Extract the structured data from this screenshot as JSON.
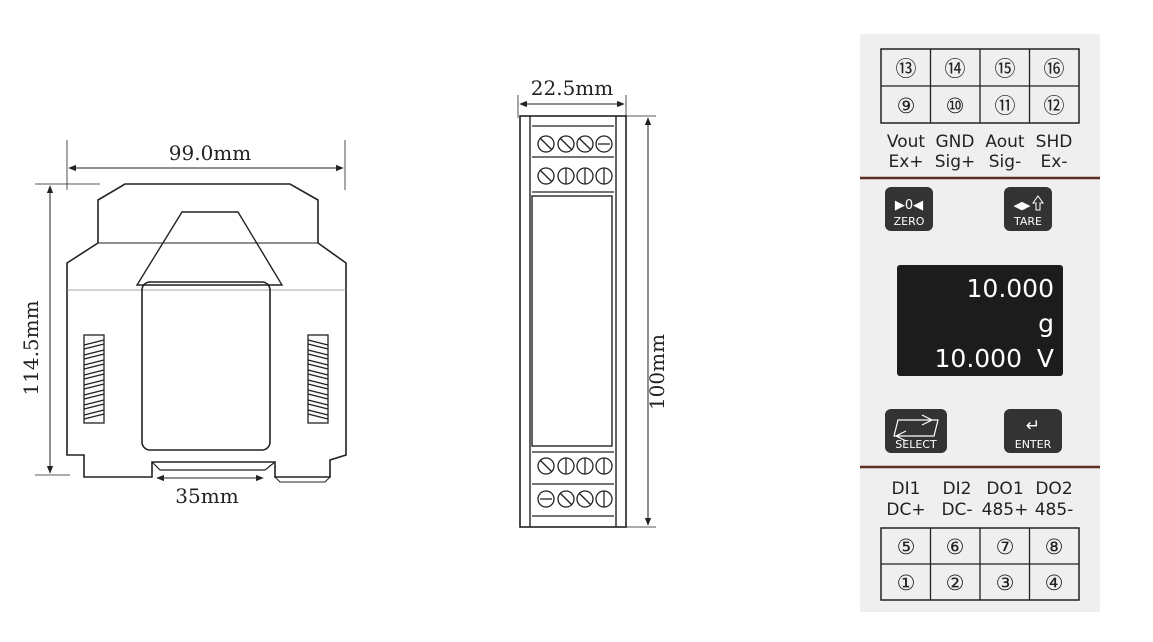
{
  "side_view": {
    "width_label": "99.0mm",
    "height_label": "114.5mm",
    "rail_label": "35mm"
  },
  "front_view": {
    "width_label": "22.5mm",
    "height_label": "100mm"
  },
  "panel": {
    "colors": {
      "panel_bg": "#efefef",
      "divider": "#5a2e20",
      "button_bg": "#333333",
      "lcd_bg": "#1c1c1c"
    },
    "top_terminals": {
      "row1": [
        "⑬",
        "⑭",
        "⑮",
        "⑯"
      ],
      "row2": [
        "⑨",
        "⑩",
        "⑪",
        "⑫"
      ]
    },
    "top_labels": {
      "row1": [
        "Vout",
        "GND",
        "Aout",
        "SHD"
      ],
      "row2": [
        "Ex+",
        "Sig+",
        "Sig-",
        "Ex-"
      ]
    },
    "buttons": {
      "zero": {
        "glyph": "▶0◀",
        "label": "ZERO",
        "icon": "zero-icon"
      },
      "tare": {
        "glyph": "◀▶",
        "label": "TARE",
        "icon": "tare-icon"
      },
      "select": {
        "label": "SELECT",
        "icon": "select-arrows-icon"
      },
      "enter": {
        "glyph": "↵",
        "label": "ENTER",
        "icon": "enter-arrow-icon"
      }
    },
    "display": {
      "line1": "10.000",
      "line2": "g",
      "line3_value": "10.000",
      "line3_unit": "V"
    },
    "bottom_labels": {
      "row1": [
        "DI1",
        "DI2",
        "DO1",
        "DO2"
      ],
      "row2": [
        "DC+",
        "DC-",
        "485+",
        "485-"
      ]
    },
    "bottom_terminals": {
      "row1": [
        "⑤",
        "⑥",
        "⑦",
        "⑧"
      ],
      "row2": [
        "①",
        "②",
        "③",
        "④"
      ]
    }
  }
}
